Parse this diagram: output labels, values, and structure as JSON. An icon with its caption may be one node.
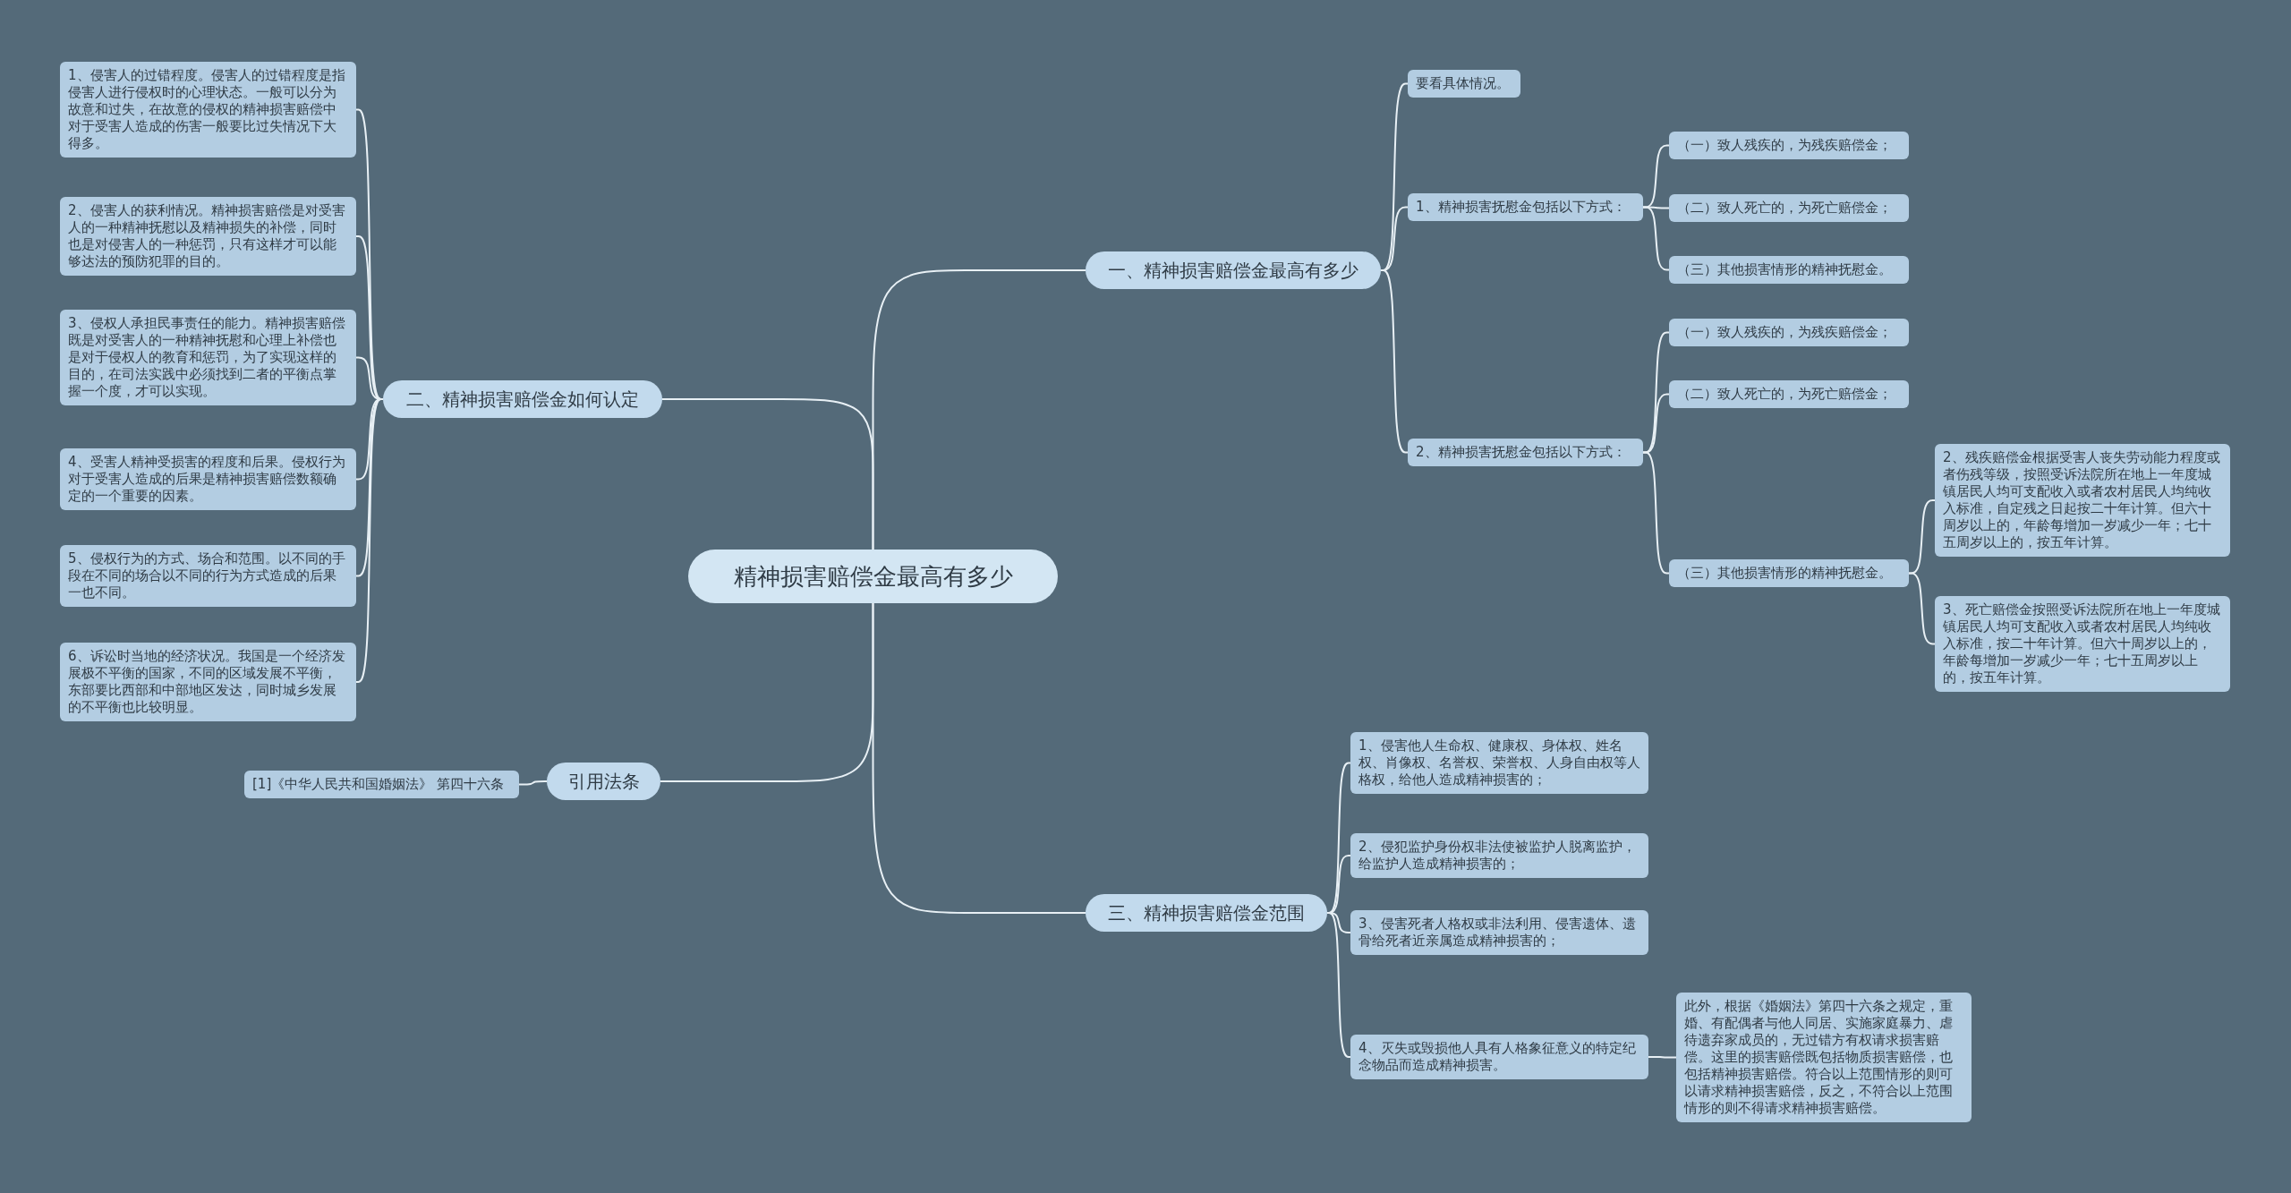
{
  "diagram": {
    "nodes": [
      {
        "text": [
          "精神损害赔偿金最高有多少"
        ]
      },
      {
        "text": [
          "一、精神损害赔偿金最高有多少"
        ]
      },
      {
        "text": [
          "要看具体情况。"
        ]
      },
      {
        "text": [
          "1、精神损害抚慰金包括以下方式："
        ]
      },
      {
        "text": [
          "（一）致人残疾的，为残疾赔偿金；"
        ]
      },
      {
        "text": [
          "（二）致人死亡的，为死亡赔偿金；"
        ]
      },
      {
        "text": [
          "（三）其他损害情形的精神抚慰金。"
        ]
      },
      {
        "text": [
          "2、精神损害抚慰金包括以下方式："
        ]
      },
      {
        "text": [
          "（一）致人残疾的，为残疾赔偿金；"
        ]
      },
      {
        "text": [
          "（二）致人死亡的，为死亡赔偿金；"
        ]
      },
      {
        "text": [
          "（三）其他损害情形的精神抚慰金。"
        ]
      },
      {
        "text": [
          "2、残疾赔偿金根据受害人丧失劳动能力程度或者伤残等级，按照受诉法院所在地上一年度城镇居民人均可支配收入或者农村居民人均纯收入标准，自定残之日起按二十年计算。但六十周岁以上的，年龄每增加一岁减少一年；七十五周岁以上的，按五年计算。"
        ]
      },
      {
        "text": [
          "3、死亡赔偿金按照受诉法院所在地上一年度城镇居民人均可支配收入或者农村居民人均纯收入标准，按二十年计算。但六十周岁以上的，年龄每增加一岁减少一年；七十五周岁以上的，按五年计算。"
        ]
      },
      {
        "text": [
          "二、精神损害赔偿金如何认定"
        ]
      },
      {
        "text": [
          "1、侵害人的过错程度。侵害人的过错程度是指侵害人进行侵权时的心理状态。一般可以分为故意和过失，在故意的侵权的精神损害赔偿中对于受害人造成的伤害一般要比过失情况下大得多。"
        ]
      },
      {
        "text": [
          "2、侵害人的获利情况。精神损害赔偿是对受害人的一种精神抚慰以及精神损失的补偿，同时也是对侵害人的一种惩罚，只有这样才可以能够达法的预防犯罪的目的。"
        ]
      },
      {
        "text": [
          "3、侵权人承担民事责任的能力。精神损害赔偿既是对受害人的一种精神抚慰和心理上补偿也是对于侵权人的教育和惩罚，为了实现这样的目的，在司法实践中必须找到二者的平衡点掌握一个度，才可以实现。"
        ]
      },
      {
        "text": [
          "4、受害人精神受损害的程度和后果。侵权行为对于受害人造成的后果是精神损害赔偿数额确定的一个重要的因素。"
        ]
      },
      {
        "text": [
          "5、侵权行为的方式、场合和范围。以不同的手段在不同的场合以不同的行为方式造成的后果一也不同。"
        ]
      },
      {
        "text": [
          "6、诉讼时当地的经济状况。我国是一个经济发展极不平衡的国家，不同的区域发展不平衡，东部要比西部和中部地区发达，同时城乡发展的不平衡也比较明显。"
        ]
      },
      {
        "text": [
          "引用法条"
        ]
      },
      {
        "text": [
          "[1]《中华人民共和国婚姻法》 第四十六条"
        ]
      },
      {
        "text": [
          "三、精神损害赔偿金范围"
        ]
      },
      {
        "text": [
          "1、侵害他人生命权、健康权、身体权、姓名权、肖像权、名誉权、荣誉权、人身自由权等人格权，给他人造成精神损害的；"
        ]
      },
      {
        "text": [
          "2、侵犯监护身份权非法使被监护人脱离监护，给监护人造成精神损害的；"
        ]
      },
      {
        "text": [
          "3、侵害死者人格权或非法利用、侵害遗体、遗骨给死者近亲属造成精神损害的；"
        ]
      },
      {
        "text": [
          "4、灭失或毁损他人具有人格象征意义的特定纪念物品而造成精神损害。"
        ]
      },
      {
        "text": [
          "此外，根据《婚姻法》第四十六条之规定，重婚、有配偶者与他人同居、实施家庭暴力、虐待遗弃家成员的，无过错方有权请求损害赔偿。这里的损害赔偿既包括物质损害赔偿，也包括精神损害赔偿。符合以上范围情形的则可以请求精神损害赔偿，反之，不符合以上范围情形的则不得请求精神损害赔偿。"
        ]
      }
    ],
    "edges": [
      {
        "from": 0,
        "to": 1,
        "arrow": "none"
      },
      {
        "from": 1,
        "to": 2,
        "arrow": "none"
      },
      {
        "from": 1,
        "to": 3,
        "arrow": "none"
      },
      {
        "from": 3,
        "to": 4,
        "arrow": "none"
      },
      {
        "from": 3,
        "to": 5,
        "arrow": "none"
      },
      {
        "from": 3,
        "to": 6,
        "arrow": "none"
      },
      {
        "from": 1,
        "to": 7,
        "arrow": "none"
      },
      {
        "from": 7,
        "to": 8,
        "arrow": "none"
      },
      {
        "from": 7,
        "to": 9,
        "arrow": "none"
      },
      {
        "from": 7,
        "to": 10,
        "arrow": "none"
      },
      {
        "from": 10,
        "to": 11,
        "arrow": "none"
      },
      {
        "from": 10,
        "to": 12,
        "arrow": "none"
      },
      {
        "from": 0,
        "to": 13,
        "arrow": "none"
      },
      {
        "from": 13,
        "to": 14,
        "arrow": "none"
      },
      {
        "from": 13,
        "to": 15,
        "arrow": "none"
      },
      {
        "from": 13,
        "to": 16,
        "arrow": "none"
      },
      {
        "from": 13,
        "to": 17,
        "arrow": "none"
      },
      {
        "from": 13,
        "to": 18,
        "arrow": "none"
      },
      {
        "from": 13,
        "to": 19,
        "arrow": "none"
      },
      {
        "from": 0,
        "to": 20,
        "arrow": "none"
      },
      {
        "from": 20,
        "to": 21,
        "arrow": "none"
      },
      {
        "from": 0,
        "to": 22,
        "arrow": "none"
      },
      {
        "from": 22,
        "to": 23,
        "arrow": "none"
      },
      {
        "from": 22,
        "to": 24,
        "arrow": "none"
      },
      {
        "from": 22,
        "to": 25,
        "arrow": "none"
      },
      {
        "from": 22,
        "to": 26,
        "arrow": "none"
      },
      {
        "from": 26,
        "to": 27,
        "arrow": "none"
      }
    ]
  }
}
